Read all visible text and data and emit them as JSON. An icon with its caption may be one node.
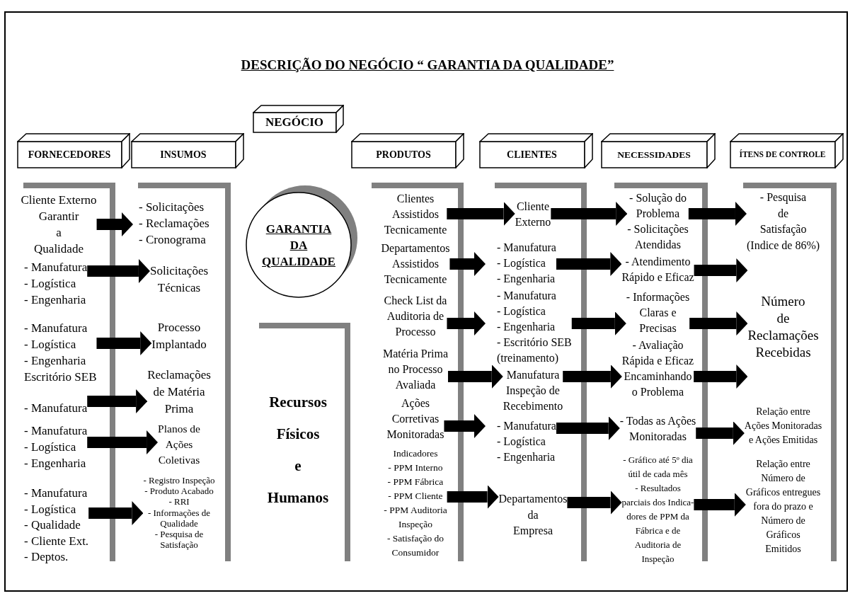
{
  "diagram": {
    "title": "DESCRIÇÃO DO NEGÓCIO “ GARANTIA DA QUALIDADE”",
    "nodes": [
      {
        "text": [
          "NEGÓCIO"
        ]
      },
      {
        "text": [
          "FORNECEDORES"
        ]
      },
      {
        "text": [
          "INSUMOS"
        ]
      },
      {
        "text": [
          "PRODUTOS"
        ]
      },
      {
        "text": [
          "CLIENTES"
        ]
      },
      {
        "text": [
          "NECESSIDADES"
        ]
      },
      {
        "text": [
          "ÍTENS DE CONTROLE"
        ]
      },
      {
        "text": [
          "Cliente Externo Garantir a Qualidade"
        ]
      },
      {
        "text": [
          "- Manufatura - Logística - Engenharia"
        ]
      },
      {
        "text": [
          "- Manufatura - Logística - Engenharia Escritório SEB"
        ]
      },
      {
        "text": [
          "- Manufatura"
        ]
      },
      {
        "text": [
          "- Manufatura - Logística - Engenharia"
        ]
      },
      {
        "text": [
          "- Manufatura - Logística - Qualidade - Cliente Ext. - Deptos."
        ]
      },
      {
        "text": [
          "- Solicitações - Reclamações - Cronograma"
        ]
      },
      {
        "text": [
          "Solicitações Técnicas"
        ]
      },
      {
        "text": [
          "Processo Implantado"
        ]
      },
      {
        "text": [
          "Reclamações de Matéria Prima"
        ]
      },
      {
        "text": [
          "Planos de Ações Coletivas"
        ]
      },
      {
        "text": [
          "- Registro Inspeção - Produto Acabado - RRI - Informações de Qualidade - Pesquisa de Satisfação"
        ]
      },
      {
        "text": [
          "GARANTIA DA QUALIDADE"
        ]
      },
      {
        "text": [
          "Clientes Assistidos Tecnicamente"
        ]
      },
      {
        "text": [
          "Departamentos Assistidos Tecnicamente"
        ]
      },
      {
        "text": [
          "Check List da Auditoria de Processo"
        ]
      },
      {
        "text": [
          "Matéria Prima no Processo Avaliada"
        ]
      },
      {
        "text": [
          "Ações Corretivas Monitoradas"
        ]
      },
      {
        "text": [
          "Indicadores - PPM Interno - PPM Fábrica - PPM Cliente - PPM Auditoria Inspeção - Satisfação do Consumidor"
        ]
      },
      {
        "text": [
          "Cliente Externo"
        ]
      },
      {
        "text": [
          "- Manufatura - Logística - Engenharia"
        ]
      },
      {
        "text": [
          "- Manufatura - Logística - Engenharia - Escritório SEB (treinamento)"
        ]
      },
      {
        "text": [
          "Manufatura Inspeção de Recebimento"
        ]
      },
      {
        "text": [
          "- Manufatura - Logística - Engenharia"
        ]
      },
      {
        "text": [
          "Departamentos da Empresa"
        ]
      },
      {
        "text": [
          "- Solução do Problema",
          "- Solicitações Atendidas"
        ]
      },
      {
        "text": [
          "- Atendimento Rápido e Eficaz"
        ]
      },
      {
        "text": [
          "- Informações Claras e Precisas"
        ]
      },
      {
        "text": [
          "- Avaliação Rápida e Eficaz Encaminhando o Problema"
        ]
      },
      {
        "text": [
          "- Todas as Ações Monitoradas"
        ]
      },
      {
        "text": [
          "- Gráfico até 5º dia útil de cada mês",
          "- Resultados parciais dos Indica- dores de PPM da Fábrica e de Auditoria de Inspeção"
        ]
      },
      {
        "text": [
          "- Pesquisa de Satisfação (Indice de 86%)"
        ]
      },
      {
        "text": [
          "Número de Reclamações Recebidas"
        ]
      },
      {
        "text": [
          "Relação entre Ações Monitoradas e Ações Emitidas"
        ]
      },
      {
        "text": [
          "Relação entre Número de Gráficos entregues fora do prazo e Número de Gráficos Emitidos"
        ]
      }
    ],
    "edges": [
      {
        "from": 7,
        "to": 13,
        "arrow": "to"
      },
      {
        "from": 8,
        "to": 14,
        "arrow": "to"
      },
      {
        "from": 9,
        "to": 15,
        "arrow": "to"
      },
      {
        "from": 10,
        "to": 16,
        "arrow": "to"
      },
      {
        "from": 11,
        "to": 17,
        "arrow": "to"
      },
      {
        "from": 12,
        "to": 18,
        "arrow": "to"
      },
      {
        "from": 20,
        "to": 26,
        "arrow": "to"
      },
      {
        "from": 21,
        "to": 27,
        "arrow": "to"
      },
      {
        "from": 22,
        "to": 28,
        "arrow": "to"
      },
      {
        "from": 23,
        "to": 29,
        "arrow": "to"
      },
      {
        "from": 24,
        "to": 30,
        "arrow": "to"
      },
      {
        "from": 25,
        "to": 31,
        "arrow": "to"
      },
      {
        "from": 26,
        "to": 32,
        "arrow": "to"
      },
      {
        "from": 27,
        "to": 33,
        "arrow": "to"
      },
      {
        "from": 28,
        "to": 34,
        "arrow": "to"
      },
      {
        "from": 29,
        "to": 35,
        "arrow": "to"
      },
      {
        "from": 30,
        "to": 36,
        "arrow": "to"
      },
      {
        "from": 31,
        "to": 37,
        "arrow": "to"
      },
      {
        "from": 32,
        "to": 38,
        "arrow": "to"
      },
      {
        "from": 33,
        "to": 39,
        "arrow": "to"
      },
      {
        "from": 34,
        "to": 39,
        "arrow": "to"
      },
      {
        "from": 35,
        "to": 39,
        "arrow": "to"
      },
      {
        "from": 36,
        "to": 40,
        "arrow": "to"
      },
      {
        "from": 37,
        "to": 41,
        "arrow": "to"
      }
    ],
    "labels": [
      "Recursos Físicos e Humanos"
    ]
  }
}
